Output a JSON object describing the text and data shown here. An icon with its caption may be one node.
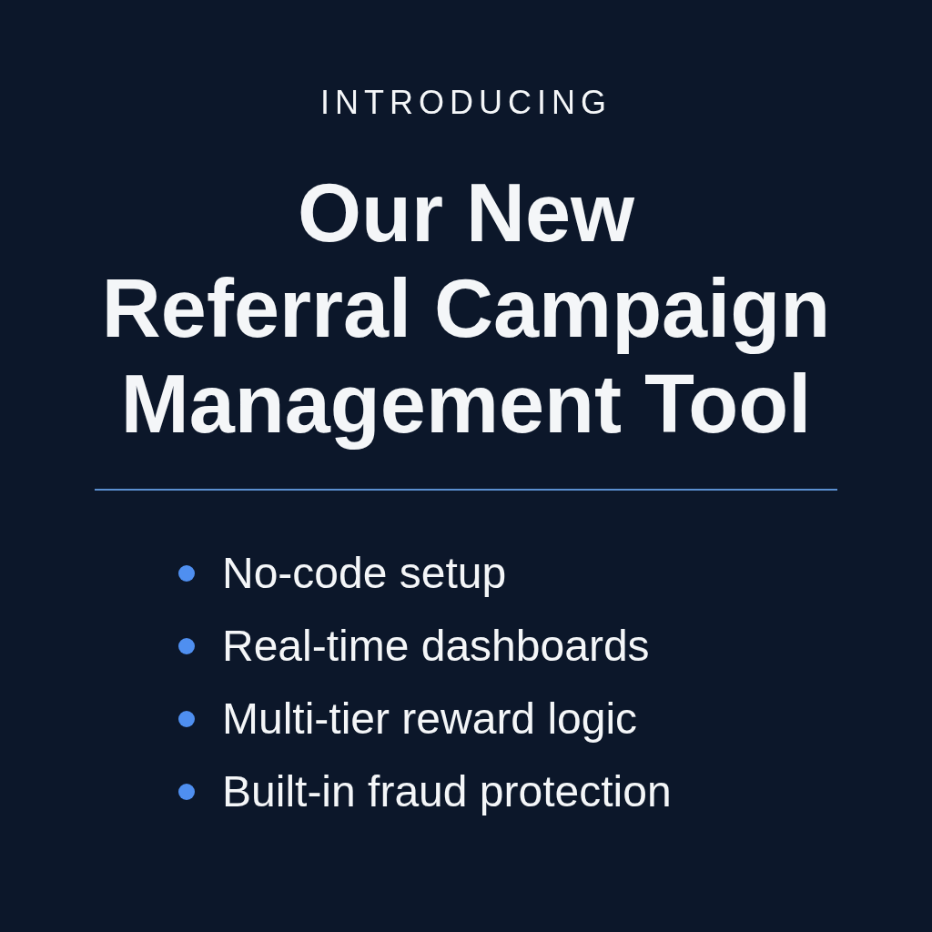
{
  "diagram": {
    "title": "Our New Referral Campaign Management Tool",
    "labels": [
      "INTRODUCING",
      "No-code setup",
      "Real-time dashboards",
      "Multi-tier reward logic",
      "Built-in fraud protection"
    ]
  }
}
